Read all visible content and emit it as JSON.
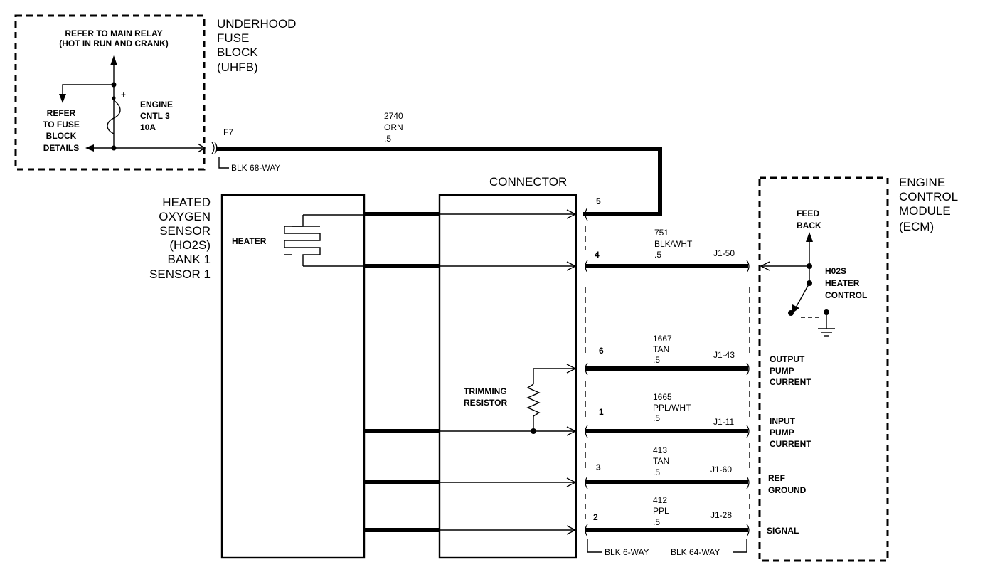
{
  "fuse_block": {
    "title": [
      "UNDERHOOD",
      "FUSE",
      "BLOCK",
      "(UHFB)"
    ],
    "relay_ref": [
      "REFER TO MAIN RELAY",
      "(HOT IN RUN AND CRANK)"
    ],
    "fuse_ref": [
      "REFER",
      "TO FUSE",
      "BLOCK",
      "DETAILS"
    ],
    "fuse_name": [
      "ENGINE",
      "CNTL 3",
      "10A"
    ],
    "fuse_position": "F7",
    "fuse_connector": "BLK 68-WAY"
  },
  "feed_wire": {
    "circuit": "2740",
    "color": "ORN",
    "gauge": ".5"
  },
  "sensor": {
    "title": [
      "HEATED",
      "OXYGEN",
      "SENSOR",
      "(HO2S)",
      "BANK 1",
      "SENSOR 1"
    ],
    "heater_label": "HEATER",
    "resistor_label": [
      "TRIMMING",
      "RESISTOR"
    ]
  },
  "connector": {
    "title": "CONNECTOR",
    "sensor_side": "BLK 6-WAY",
    "ecm_side": "BLK 64-WAY"
  },
  "ecm": {
    "title": [
      "ENGINE",
      "CONTROL",
      "MODULE",
      "(ECM)"
    ],
    "feedback": [
      "FEED",
      "BACK"
    ],
    "heater_control": [
      "H02S",
      "HEATER",
      "CONTROL"
    ]
  },
  "pins": [
    {
      "pin": "5"
    },
    {
      "pin": "4",
      "circuit": "751",
      "color": "BLK/WHT",
      "gauge": ".5",
      "ecm_pin": "J1-50"
    },
    {
      "pin": "6",
      "circuit": "1667",
      "color": "TAN",
      "gauge": ".5",
      "ecm_pin": "J1-43",
      "function": [
        "OUTPUT",
        "PUMP",
        "CURRENT"
      ]
    },
    {
      "pin": "1",
      "circuit": "1665",
      "color": "PPL/WHT",
      "gauge": ".5",
      "ecm_pin": "J1-11",
      "function": [
        "INPUT",
        "PUMP",
        "CURRENT"
      ]
    },
    {
      "pin": "3",
      "circuit": "413",
      "color": "TAN",
      "gauge": ".5",
      "ecm_pin": "J1-60",
      "function": [
        "REF",
        "GROUND"
      ]
    },
    {
      "pin": "2",
      "circuit": "412",
      "color": "PPL",
      "gauge": ".5",
      "ecm_pin": "J1-28",
      "function": [
        "SIGNAL"
      ]
    }
  ]
}
